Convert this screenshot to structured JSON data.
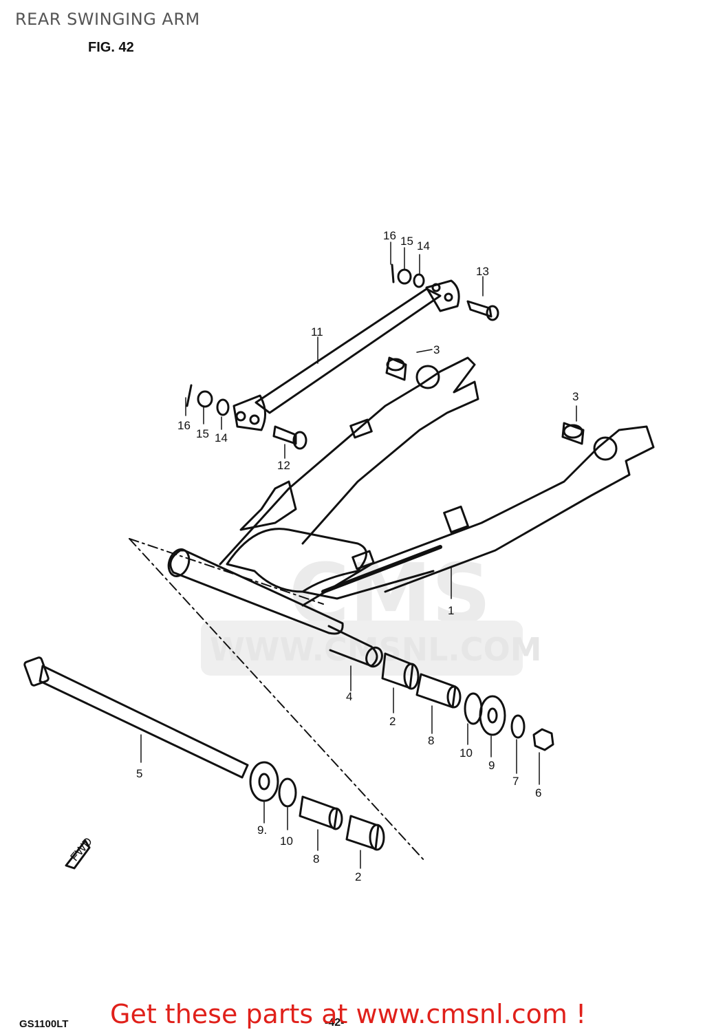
{
  "header": {
    "title": "REAR SWINGING ARM",
    "fig": "FIG. 42"
  },
  "watermark": {
    "brand": "CMS",
    "url": "WWW.CMSNL.COM"
  },
  "callouts": {
    "c1": "1",
    "c2a": "2",
    "c2b": "2",
    "c3a": "3",
    "c3b": "3",
    "c4": "4",
    "c5": "5",
    "c6": "6",
    "c7": "7",
    "c8a": "8",
    "c8b": "8",
    "c9a": "9",
    "c9b": "9.",
    "c10a": "10",
    "c10b": "10",
    "c11": "11",
    "c12": "12",
    "c13": "13",
    "c14a": "14",
    "c14b": "14",
    "c15a": "15",
    "c15b": "15",
    "c16a": "16",
    "c16b": "16"
  },
  "arrow_label": "FWD",
  "footer": {
    "model_code": "GS1100LT",
    "page": "-42-",
    "promo": "Get these parts at www.cmsnl.com !"
  },
  "colors": {
    "promo": "#e0201a",
    "line": "#111111",
    "title": "#555555"
  }
}
